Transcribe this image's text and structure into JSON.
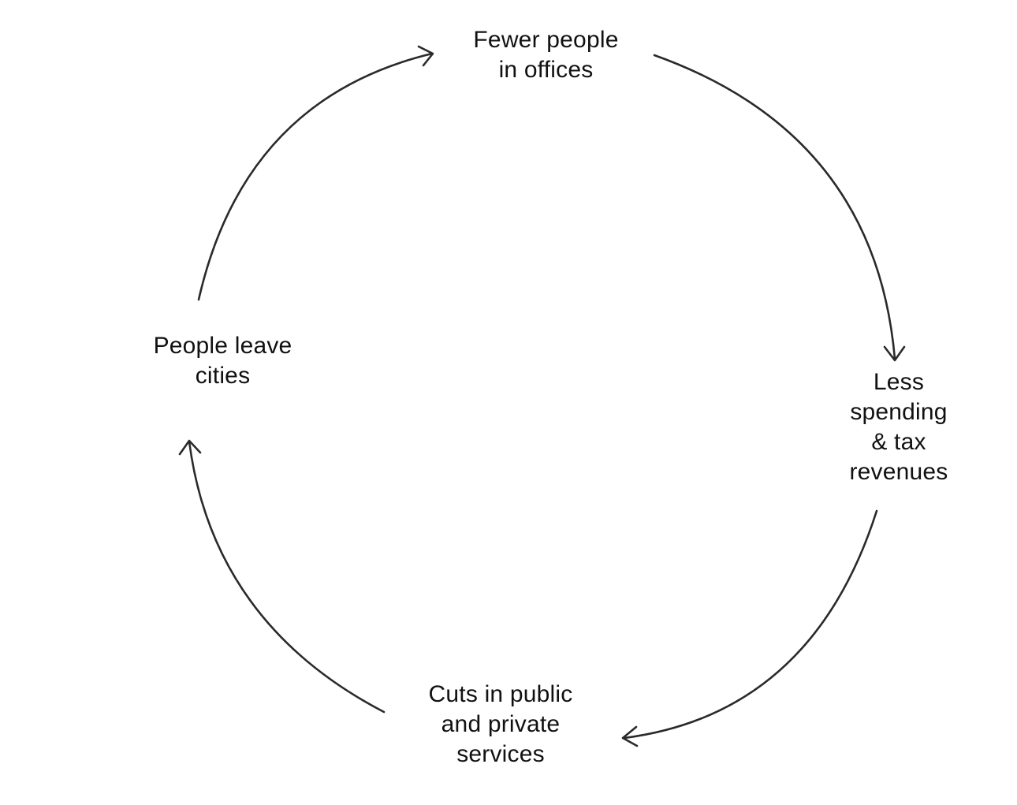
{
  "diagram": {
    "type": "cycle",
    "nodes": [
      {
        "id": "top",
        "text": "Fewer people\nin offices"
      },
      {
        "id": "right",
        "text": "Less\nspending\n& tax\nrevenues"
      },
      {
        "id": "bottom",
        "text": "Cuts in public\nand private\nservices"
      },
      {
        "id": "left",
        "text": "People leave\ncities"
      }
    ],
    "edges": [
      {
        "from": "top",
        "to": "right"
      },
      {
        "from": "right",
        "to": "bottom"
      },
      {
        "from": "bottom",
        "to": "left"
      },
      {
        "from": "left",
        "to": "top"
      }
    ],
    "stroke_color": "#2a2a2a",
    "text_color": "#111111"
  }
}
